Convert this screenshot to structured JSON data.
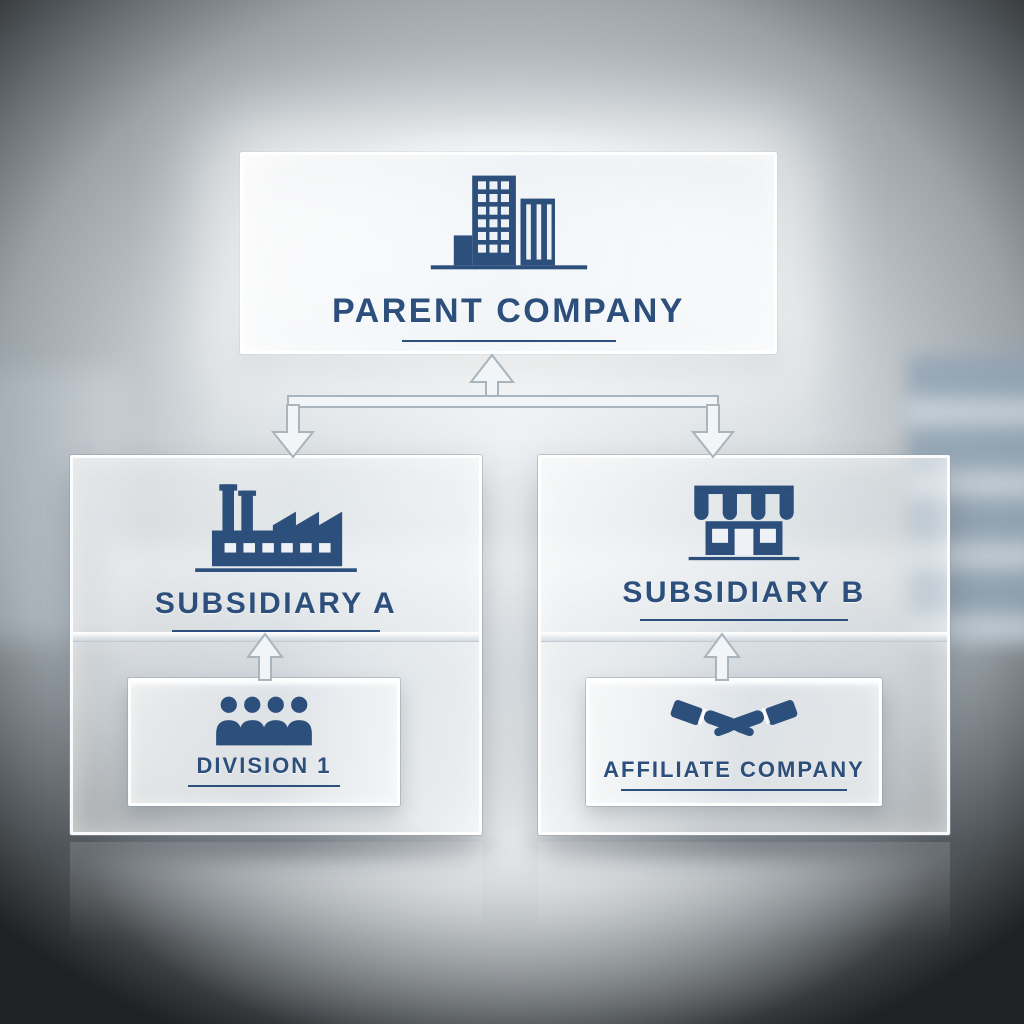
{
  "diagram": {
    "type": "org-chart",
    "accent_color": "#2d4f7c",
    "nodes": {
      "parent": {
        "label": "PARENT COMPANY",
        "icon": "office-building-icon"
      },
      "subsidiary_a": {
        "label": "SUBSIDIARY A",
        "icon": "factory-icon"
      },
      "subsidiary_b": {
        "label": "SUBSIDIARY B",
        "icon": "storefront-icon"
      },
      "division_1": {
        "label": "DIVISION 1",
        "icon": "team-icon"
      },
      "affiliate": {
        "label": "AFFILIATE COMPANY",
        "icon": "handshake-icon"
      }
    },
    "edges": [
      {
        "from": "parent",
        "to": "subsidiary_a"
      },
      {
        "from": "parent",
        "to": "subsidiary_b"
      },
      {
        "from": "division_1",
        "to": "subsidiary_a"
      },
      {
        "from": "affiliate",
        "to": "subsidiary_b"
      }
    ]
  }
}
